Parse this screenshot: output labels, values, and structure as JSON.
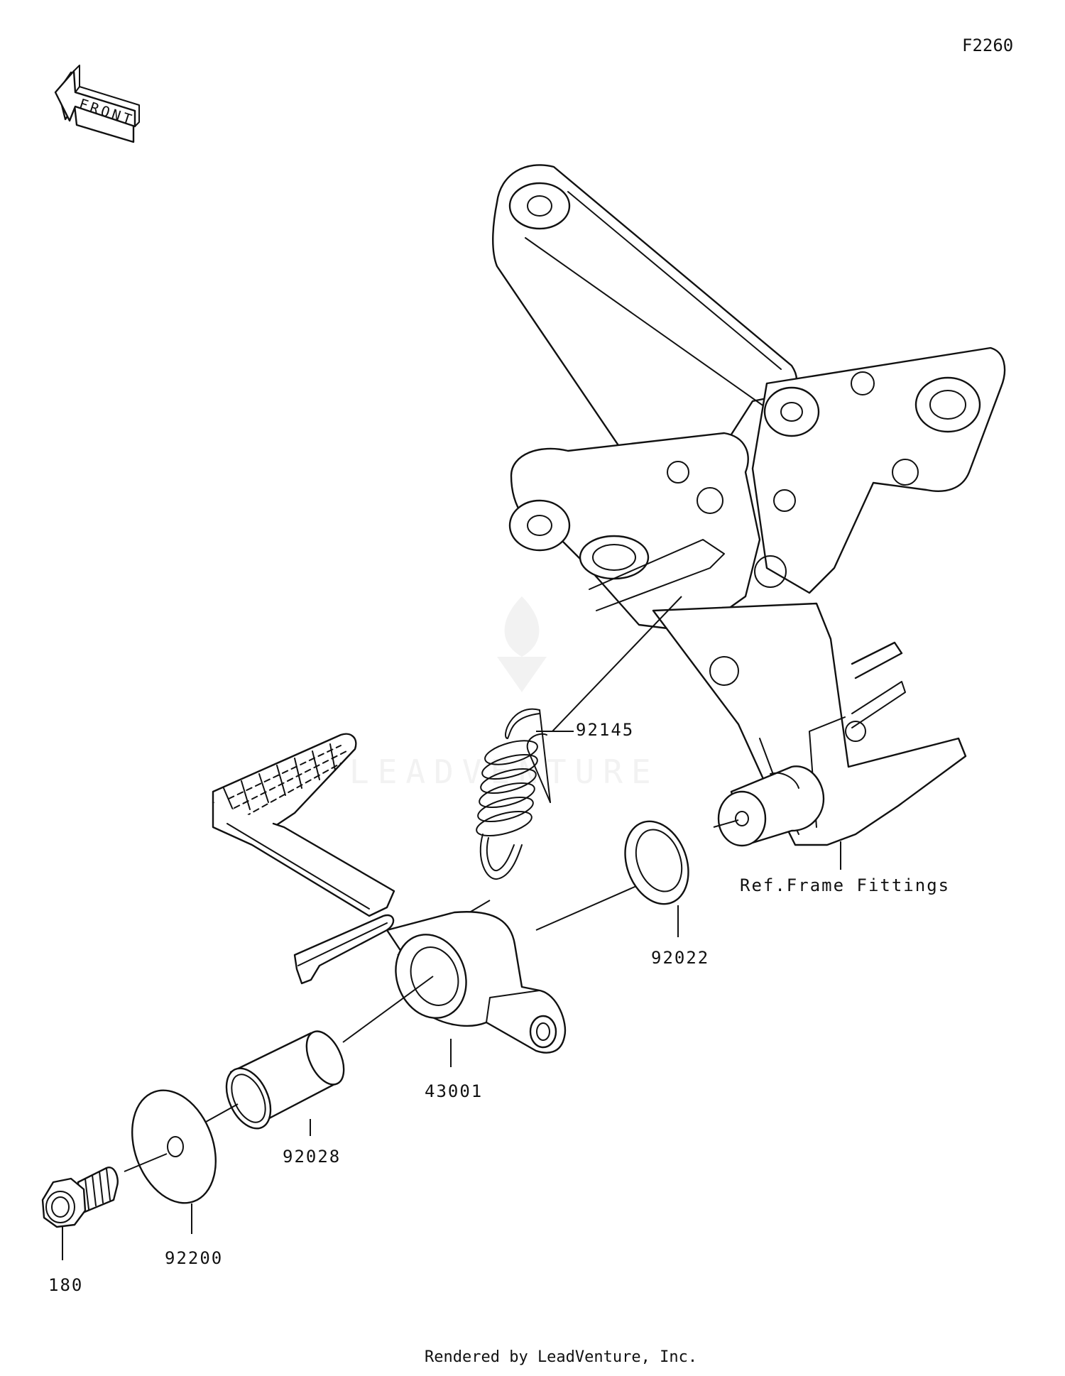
{
  "diagram_code": "F2260",
  "front_arrow_label": "FRONT",
  "reference_note": "Ref.Frame Fittings",
  "watermark_text": "LEADVENTURE",
  "footer": "Rendered by LeadVenture, Inc.",
  "parts": [
    {
      "part_number": "92145"
    },
    {
      "part_number": "92022"
    },
    {
      "part_number": "43001"
    },
    {
      "part_number": "92028"
    },
    {
      "part_number": "92200"
    },
    {
      "part_number": "180"
    }
  ],
  "colors": {
    "line": "#111111",
    "background": "#ffffff",
    "watermark": "#e6e6e6"
  }
}
